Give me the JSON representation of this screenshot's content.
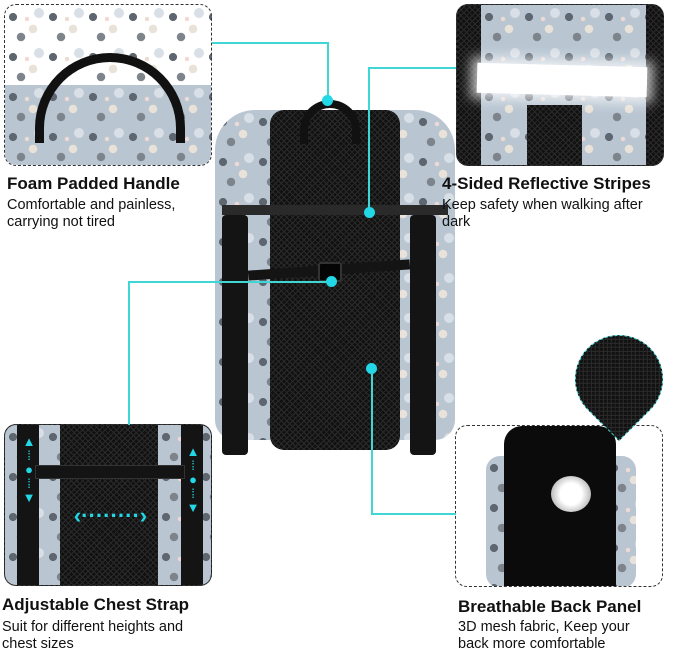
{
  "features": [
    {
      "title": "Foam Padded Handle",
      "description_lines": [
        "Comfortable and painless,",
        "carrying not tired"
      ]
    },
    {
      "title": "4-Sided Reflective Stripes",
      "description_lines": [
        "Keep safety when walking after",
        "dark"
      ]
    },
    {
      "title": "Adjustable Chest Strap",
      "description_lines": [
        "Suit for different heights and",
        "chest sizes"
      ]
    },
    {
      "title": "Breathable Back Panel",
      "description_lines": [
        "3D mesh fabric, Keep your",
        "back more comfortable"
      ]
    }
  ],
  "colors": {
    "accent": "#22d7e6",
    "connector": "#3fd6d6",
    "backpack": "#141414",
    "pattern": "#b9c6d2"
  }
}
